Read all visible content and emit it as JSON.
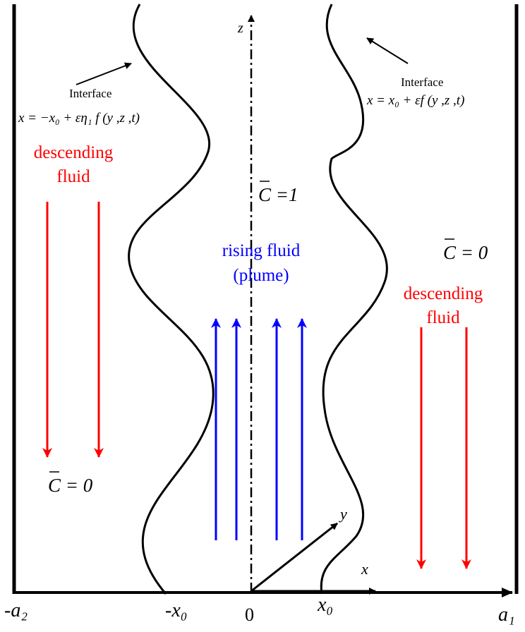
{
  "colors": {
    "outline": "#000000",
    "descending": "#ff0000",
    "rising": "#0000ff",
    "background": "#ffffff"
  },
  "axes": {
    "z_label": "z",
    "x_label": "x",
    "y_label": "y"
  },
  "interface_left": {
    "title": "Interface",
    "equation": "x = −x₀ + εη₁ f (y ,z ,t)"
  },
  "interface_right": {
    "title": "Interface",
    "equation": "x = x₀ + εf (y ,z ,t)"
  },
  "regions": {
    "left": {
      "line1": "descending",
      "line2": "fluid",
      "concentration": "C = 0"
    },
    "center": {
      "line1": "rising fluid",
      "line2": "(plume)",
      "concentration": "C =1"
    },
    "right": {
      "line1": "descending",
      "line2": "fluid",
      "concentration": "C = 0"
    }
  },
  "ticks": {
    "a2": "-a₂",
    "neg_x0": "-x₀",
    "zero": "0",
    "x0": "x₀",
    "a1": "a₁"
  }
}
